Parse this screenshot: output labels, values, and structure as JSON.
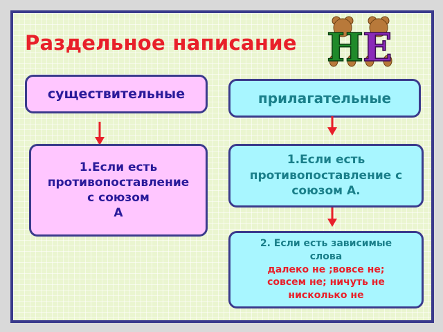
{
  "title": "Раздельное написание",
  "logo_text": "НЕ",
  "noun": {
    "header": "существительные",
    "rule_lines": [
      "1.Если есть",
      "противопоставление",
      "с союзом",
      "А"
    ]
  },
  "adjective": {
    "header": "прилагательные",
    "rule1_lines": [
      "1.Если есть",
      "противопоставление с",
      "союзом  А."
    ],
    "rule2_intro_lines": [
      "2. Если  есть зависимые",
      "слова"
    ],
    "rule2_words_lines": [
      "далеко не ;вовсе не;",
      "совсем не; ничуть не",
      "нисколько не"
    ]
  },
  "colors": {
    "title": "#e8202a",
    "pink_box": "#ffc6ff",
    "cyan_box": "#a8f6ff",
    "border": "#3a3a8c",
    "arrow": "#e8202a"
  }
}
